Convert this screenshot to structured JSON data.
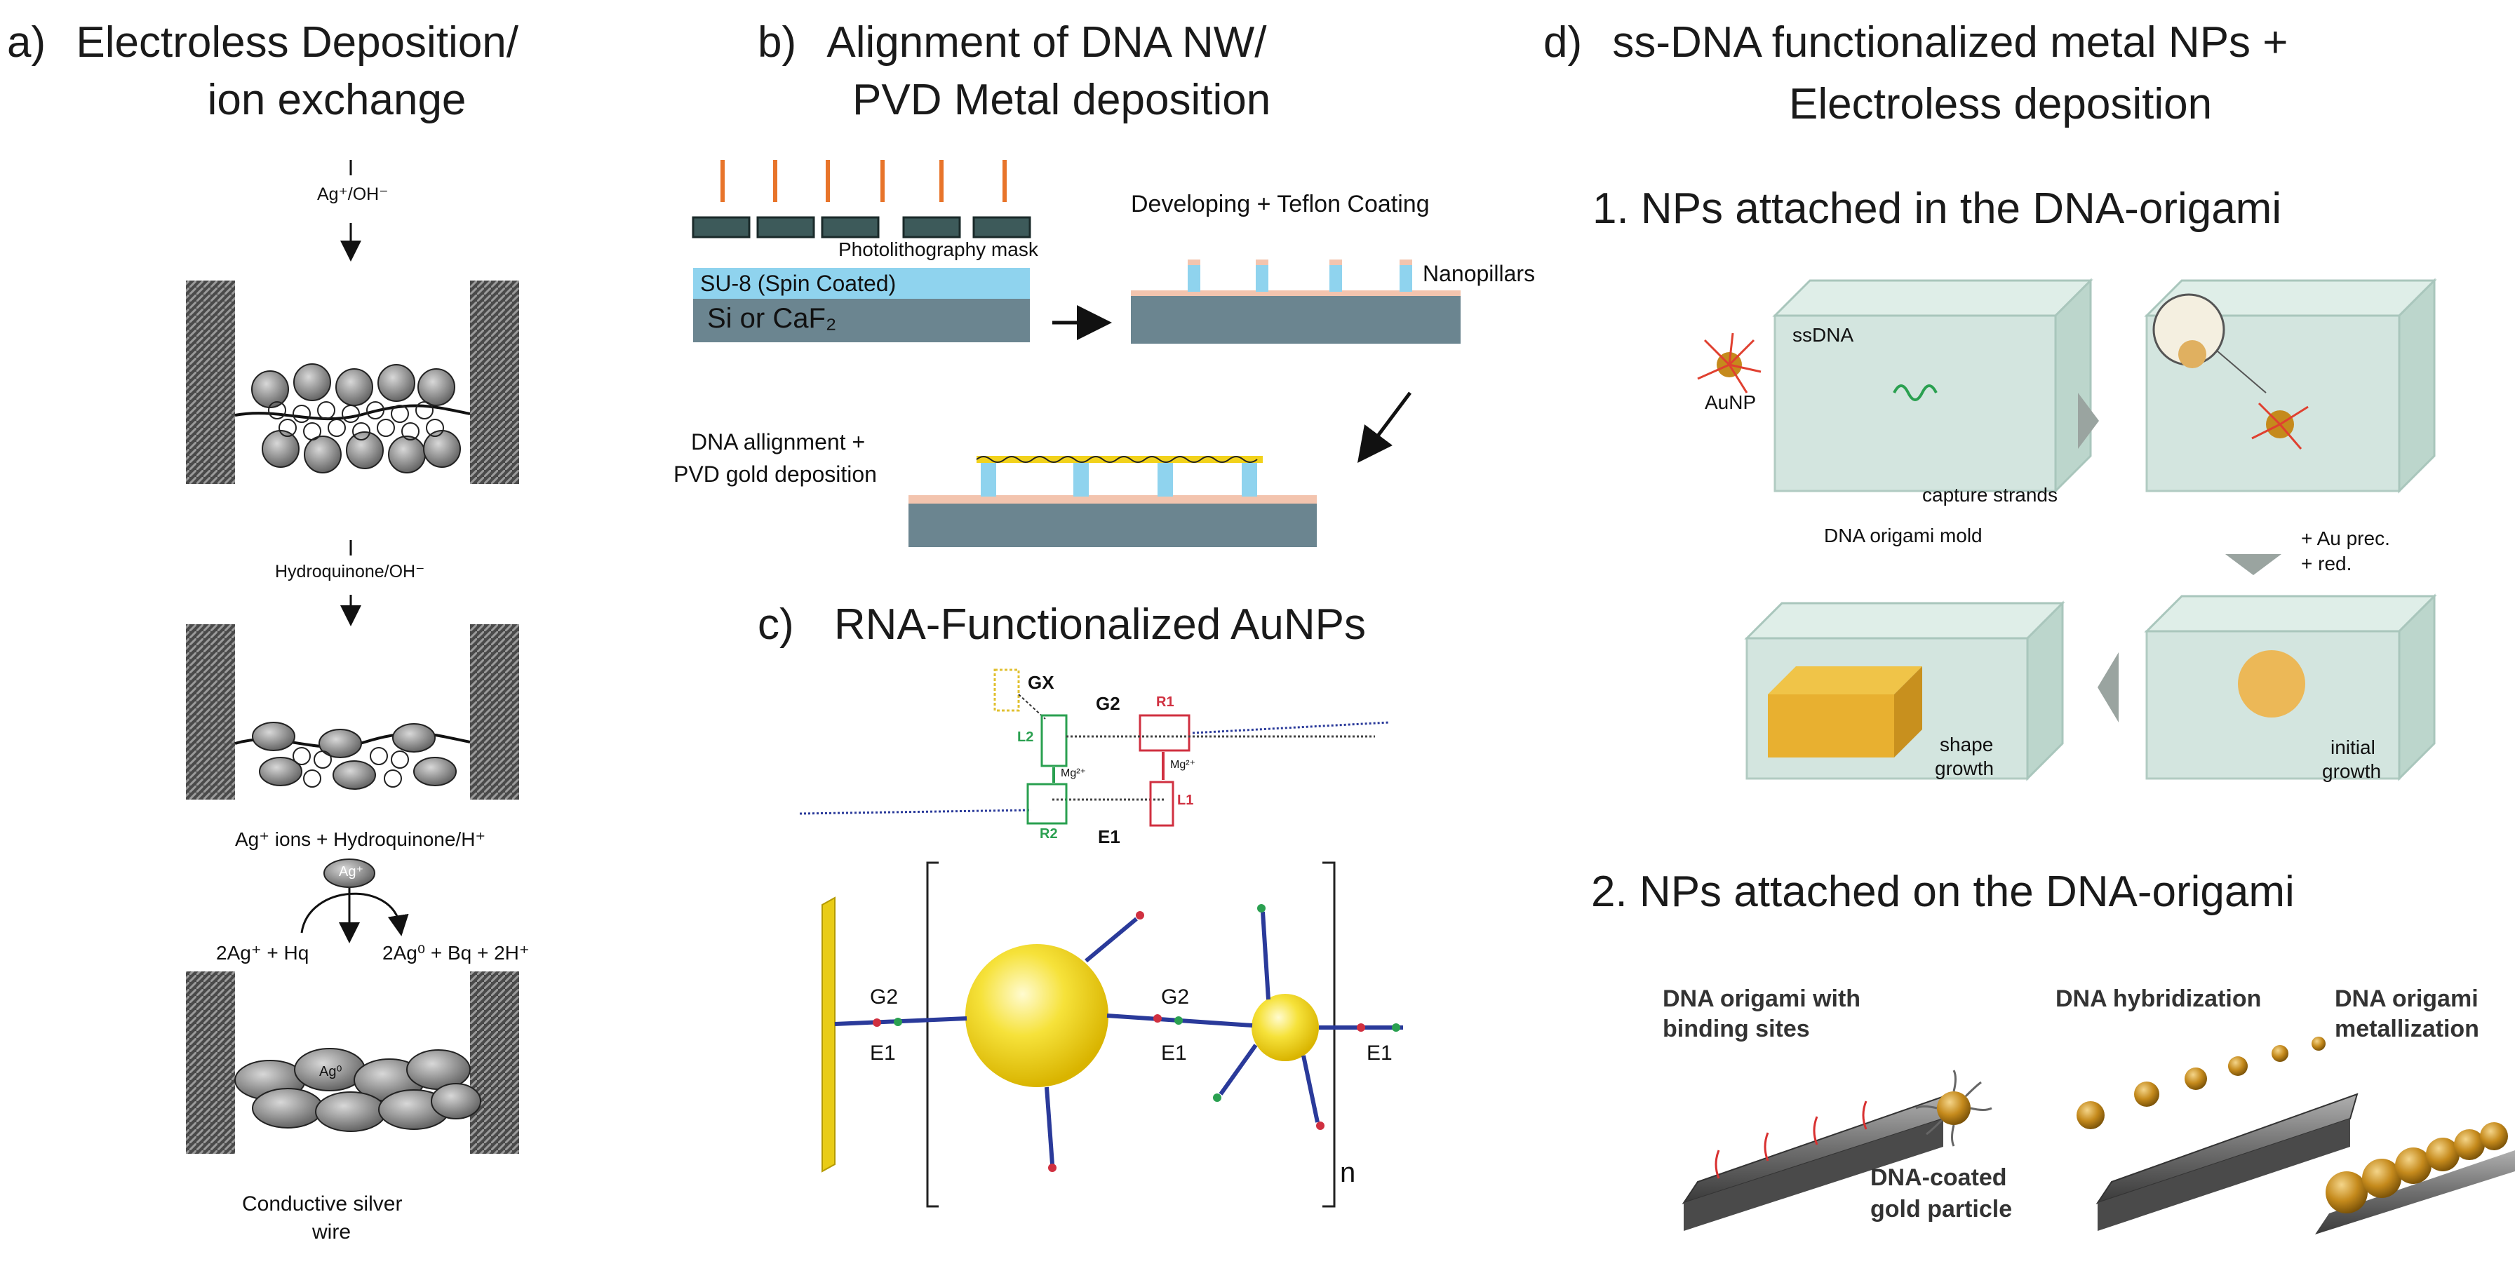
{
  "panel_a": {
    "title_letter": "a)",
    "title_line1": "Electroless Deposition/",
    "title_line2": "ion exchange",
    "step1_reagent": "Ag⁺/OH⁻",
    "step2_reagent": "Hydroquinone/OH⁻",
    "step3_reagent": "Ag⁺ ions + Hydroquinone/H⁺",
    "reaction_left": "2Ag⁺ + Hq",
    "reaction_right": "2Ag⁰ + Bq + 2H⁺",
    "ion_label": "Ag⁺",
    "metal_label": "Ag⁰",
    "result_line1": "Conductive silver",
    "result_line2": "wire"
  },
  "panel_b": {
    "title_letter": "b)",
    "title_line1": "Alignment of DNA NW/",
    "title_line2": "PVD Metal deposition",
    "mask_label": "Photolithography mask",
    "su8_label": "SU-8 (Spin Coated)",
    "substrate_label": "Si or CaF₂",
    "developing_label": "Developing + Teflon Coating",
    "nanopillars_label": "Nanopillars",
    "dna_align_line1": "DNA allignment +",
    "dna_align_line2": "PVD gold deposition"
  },
  "panel_c": {
    "title_letter": "c)",
    "title": "RNA-Functionalized AuNPs",
    "gx": "GX",
    "g2": "G2",
    "r1": "R1",
    "l2": "L2",
    "l1": "L1",
    "r2": "R2",
    "e1": "E1",
    "mg": "Mg²⁺",
    "n": "n"
  },
  "panel_d": {
    "title_letter": "d)",
    "title_line1": "ss-DNA functionalized metal NPs +",
    "title_line2": "Electroless deposition",
    "sub1": "1. NPs attached in the DNA-origami",
    "ssdna": "ssDNA",
    "aunp": "AuNP",
    "capture": "capture strands",
    "mold": "DNA origami mold",
    "au_prec": "+ Au prec.",
    "red": "+ red.",
    "shape1": "shape",
    "shape2": "growth",
    "initial1": "initial",
    "initial2": "growth",
    "sub2": "2. NPs attached on the DNA-origami",
    "binding1": "DNA origami with",
    "binding2": "binding sites",
    "coated1": "DNA-coated",
    "coated2": "gold particle",
    "hybrid": "DNA hybridization",
    "metal1": "DNA origami",
    "metal2": "metallization"
  },
  "colors": {
    "mask_bar": "#3d5a5a",
    "mask_pin": "#e8742a",
    "su8": "#8fd3ee",
    "substrate": "#6b8590",
    "teflon": "#f3c4ae",
    "gold": "#f2d21b",
    "au_np": "#c58a1c",
    "origami": "#cfe3dc"
  }
}
